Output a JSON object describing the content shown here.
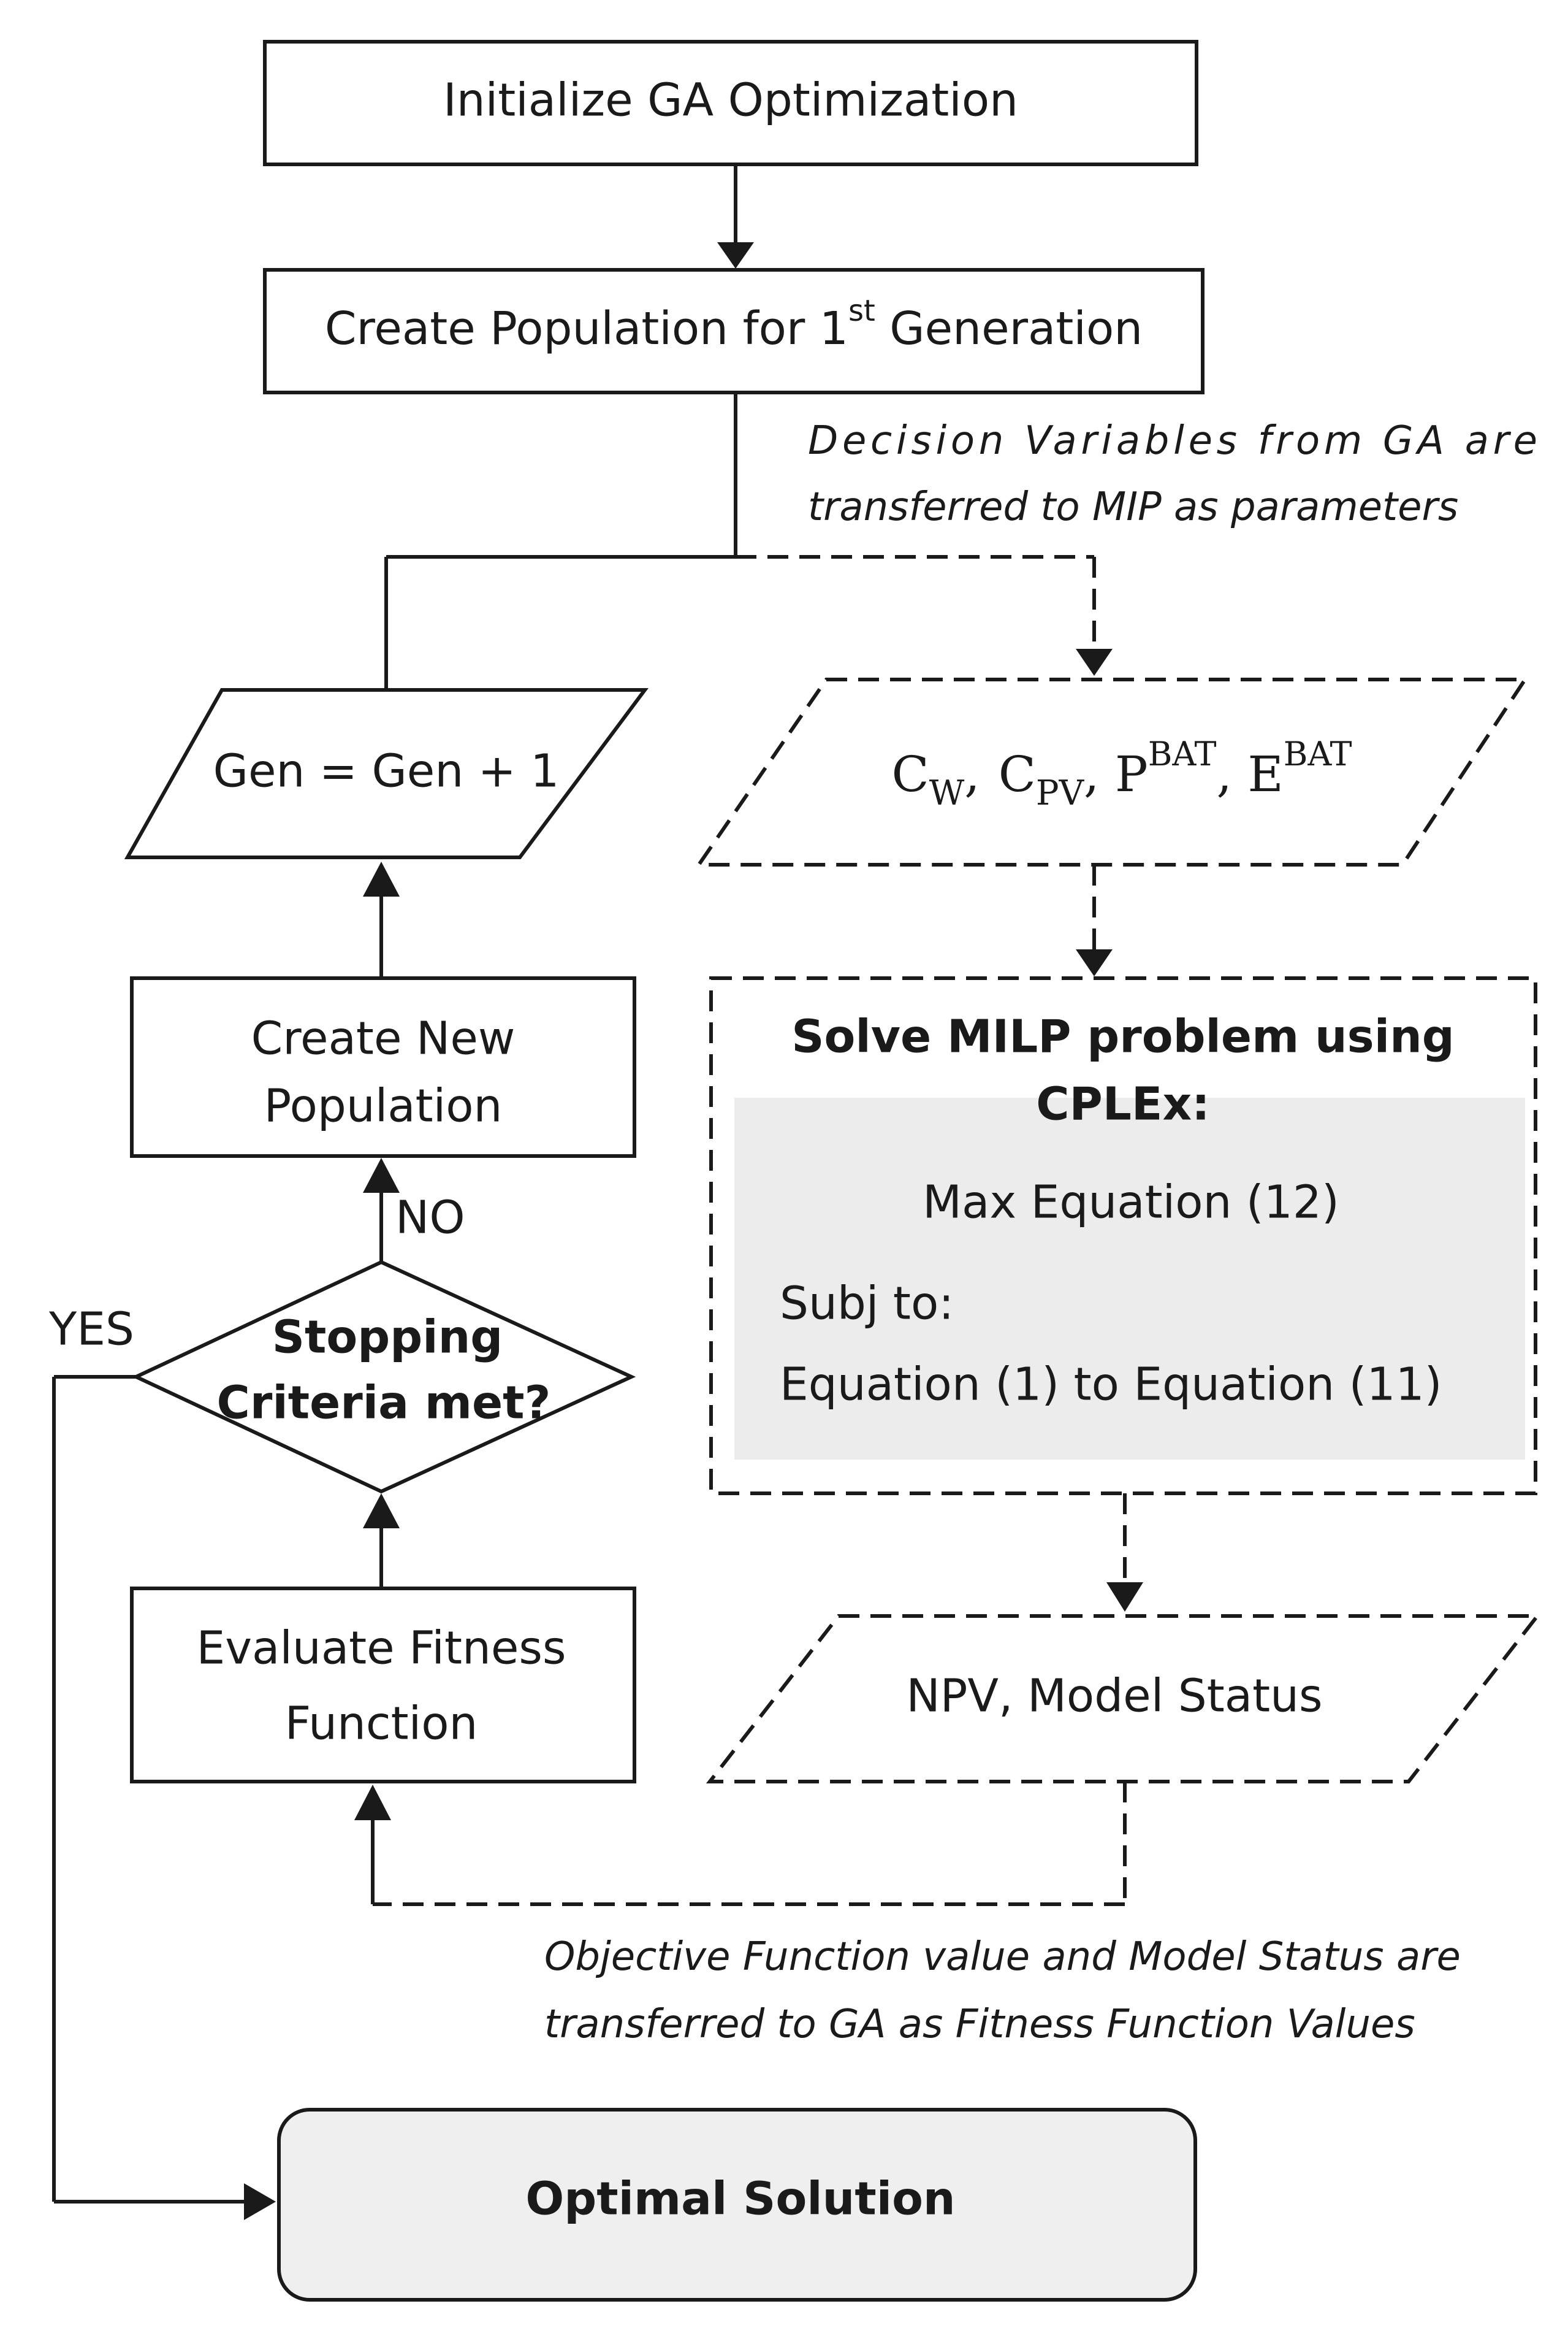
{
  "nodes": {
    "init": "Initialize GA Optimization",
    "create_pop_main": "Create Population for 1",
    "create_pop_sup": "st",
    "create_pop_tail": " Generation",
    "gen_increment": "Gen = Gen + 1",
    "create_new_line1": "Create New",
    "create_new_line2": "Population",
    "stop_line1": "Stopping",
    "stop_line2": "Criteria met?",
    "evaluate_line1": "Evaluate Fitness",
    "evaluate_line2": "Function",
    "optimal": "Optimal Solution",
    "params": {
      "c": "C",
      "w": "W",
      "pv": "PV",
      "p": "P",
      "e": "E",
      "bat": "BAT",
      "sep": ",",
      "sep2": ", "
    },
    "milp_title_line1": "Solve MILP problem using",
    "milp_title_line2": "CPLEx:",
    "milp_max": "Max Equation (12)",
    "milp_subj": "Subj to:",
    "milp_constraints": "Equation (1) to Equation (11)",
    "npv": "NPV, Model Status"
  },
  "edges": {
    "no": "NO",
    "yes": "YES"
  },
  "notes": {
    "decision_line1": "Decision  Variables  from  GA  are",
    "decision_line2": "transferred to MIP as parameters",
    "objective_line1": "Objective Function value and Model Status are",
    "objective_line2": "transferred to GA as Fitness Function Values"
  },
  "colors": {
    "stroke": "#1a1a1a",
    "shaded_panel": "#ececec",
    "optimal_fill": "#efefef"
  }
}
